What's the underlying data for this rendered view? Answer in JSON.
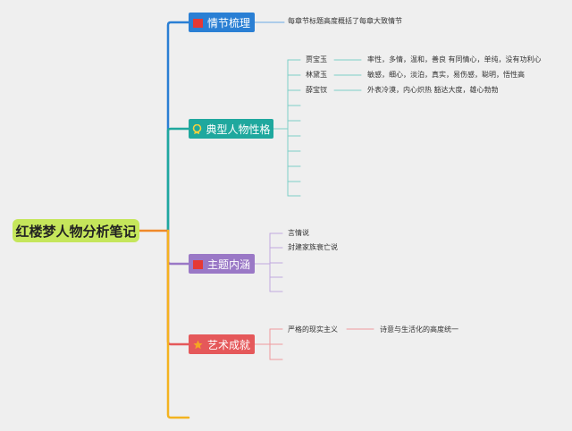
{
  "root": {
    "label": "红楼梦人物分析笔记"
  },
  "branches": {
    "plot": {
      "label": "情节梳理",
      "icon": "red-flag-icon"
    },
    "characters": {
      "label": "典型人物性格",
      "icon": "ribbon-badge-icon"
    },
    "theme": {
      "label": "主题内涵",
      "icon": "red-flag-icon"
    },
    "art": {
      "label": "艺术成就",
      "icon": "star-icon"
    }
  },
  "plot_items": [
    "每章节标题高度概括了每章大致情节"
  ],
  "characters_items": [
    {
      "name": "贾宝玉",
      "traits": "率性，多情，温和，善良 有同情心，单纯，没有功利心"
    },
    {
      "name": "林黛玉",
      "traits": "敏感，细心，淡泊，真实，易伤感，聪明，悟性高"
    },
    {
      "name": "薛宝钗",
      "traits": "外表冷漠，内心炽热 豁达大度，雄心勃勃"
    }
  ],
  "theme_items": [
    "言情说",
    "封建家族衰亡说"
  ],
  "art_items": [
    {
      "label": "严格的现实主义",
      "detail": "诗意与生活化的高度统一"
    }
  ],
  "colors": {
    "background": "#efefef",
    "root_fill": "#c5e65b",
    "plot": "#2a7fd4",
    "characters": "#1fa89e",
    "theme": "#9a78c6",
    "art": "#e5585a",
    "extra": "#f3b320",
    "root_link": "#f08a2a",
    "link_plot": "#6aa9e4",
    "link_characters": "#7ccfc7",
    "link_theme": "#c1a9df",
    "link_art": "#ef9a9c"
  }
}
